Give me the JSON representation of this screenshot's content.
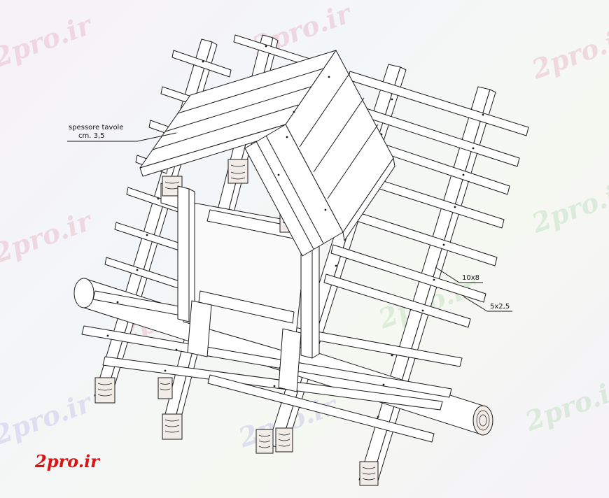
{
  "drawing": {
    "labels": {
      "board_thickness_line1": "spessore tavole",
      "board_thickness_line2": "cm. 3,5",
      "rafter_size": "10x8",
      "batten_size": "5x2,5"
    }
  },
  "watermark": {
    "text": "2pro.ir",
    "colors": [
      "#e6a0b4",
      "#a8d6a8",
      "#b4b0e6"
    ]
  },
  "logo": {
    "text": "2pro.ir",
    "color": "#d81414"
  }
}
